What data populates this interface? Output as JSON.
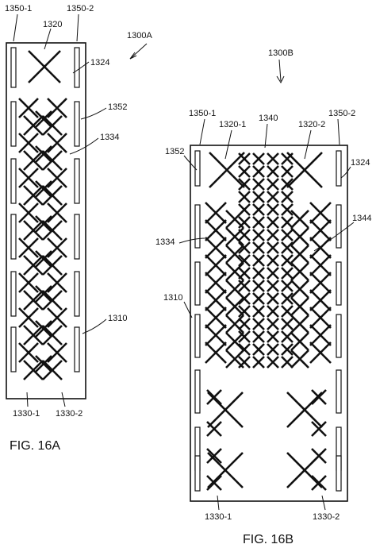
{
  "figures": {
    "a": {
      "caption": "FIG. 16A",
      "ref_assembly": "1300A",
      "labels": {
        "slot_left": "1350-1",
        "slot_right": "1350-2",
        "big_x": "1320",
        "panel": "1310",
        "slot_ref": "1324",
        "slot_ref2": "1352",
        "x_ref": "1334",
        "col_left": "1330-1",
        "col_right": "1330-2"
      }
    },
    "b": {
      "caption": "FIG. 16B",
      "ref_assembly": "1300B",
      "labels": {
        "slot_left": "1350-1",
        "slot_right": "1350-2",
        "big_x_left": "1320-1",
        "big_x_right": "1320-2",
        "center": "1340",
        "slot_ref": "1352",
        "slot_ref2": "1324",
        "side_ref": "1344",
        "x_ref": "1334",
        "panel": "1310",
        "col_left": "1330-1",
        "col_right": "1330-2"
      }
    }
  }
}
